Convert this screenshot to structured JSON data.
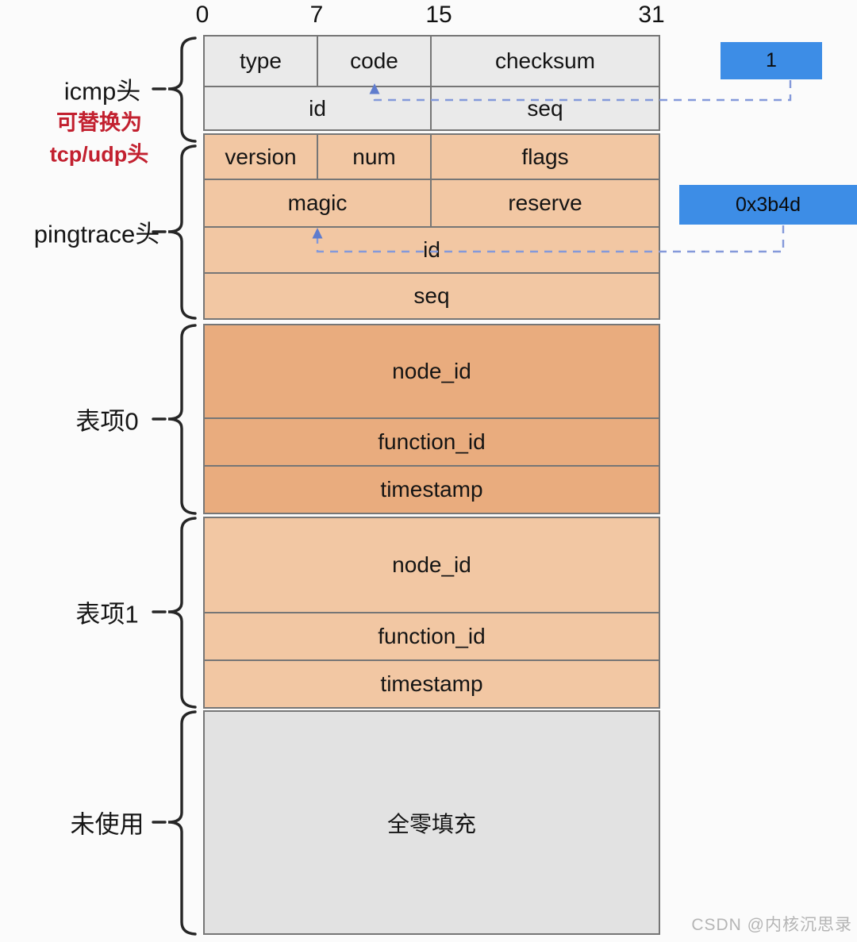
{
  "ruler": {
    "ticks": [
      "0",
      "7",
      "15",
      "31"
    ]
  },
  "side_labels": {
    "icmp_header": "icmp头",
    "icmp_note_line1": "可替换为",
    "icmp_note_line2": "tcp/udp头",
    "pingtrace_header": "pingtrace头",
    "entry0": "表项0",
    "entry1": "表项1",
    "unused": "未使用"
  },
  "packet": {
    "icmp": {
      "type": "type",
      "code": "code",
      "checksum": "checksum",
      "id": "id",
      "seq": "seq"
    },
    "pingtrace": {
      "version": "version",
      "num": "num",
      "flags": "flags",
      "magic": "magic",
      "reserve": "reserve",
      "id": "id",
      "seq": "seq"
    },
    "entry0": {
      "node_id": "node_id",
      "function_id": "function_id",
      "timestamp": "timestamp"
    },
    "entry1": {
      "node_id": "node_id",
      "function_id": "function_id",
      "timestamp": "timestamp"
    },
    "unused": {
      "padding": "全零填充"
    }
  },
  "value_annotations": {
    "icmp_id_value": "1",
    "pingtrace_magic_value": "0x3b4d"
  },
  "watermark": "CSDN @内核沉思录",
  "colors": {
    "icmp_fill": "#eaeaea",
    "pingtrace_fill": "#f2c7a3",
    "entry0_fill": "#e9ac7e",
    "entry1_fill": "#f2c7a3",
    "unused_fill": "#e2e2e2",
    "value_box_blue": "#3d8de6",
    "connector_blue": "#8499da",
    "arrow_blue": "#5f7ccd",
    "note_red": "#c2202f",
    "table_border": "#767676"
  }
}
